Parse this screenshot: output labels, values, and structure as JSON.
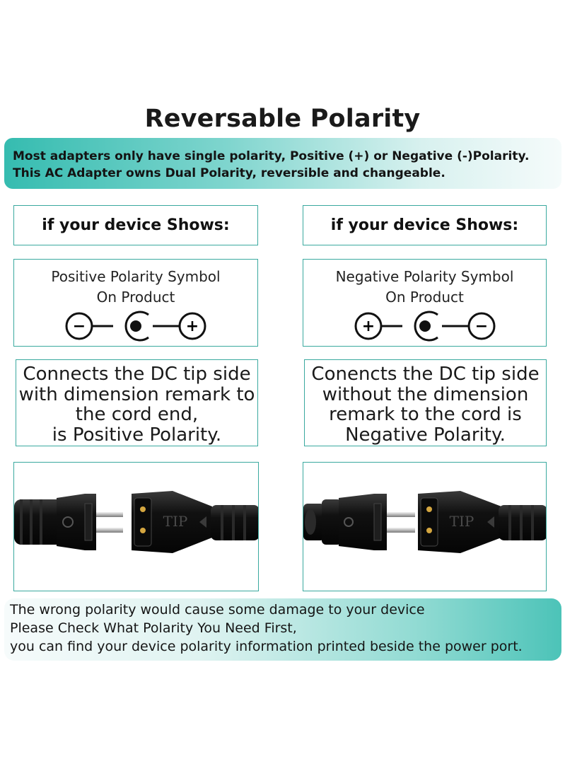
{
  "title": "Reversable Polarity",
  "banner": {
    "line1": "Most adapters only have single polarity, Positive (+) or Negative (-)Polarity.",
    "line2": "This AC Adapter owns Dual Polarity, reversible and changeable."
  },
  "left": {
    "header": "if your device Shows:",
    "symbol_line1": "Positive Polarity Symbol",
    "symbol_line2": "On Product",
    "symbol_outer_left": "−",
    "symbol_outer_right": "+",
    "desc_lines": [
      "Connects the DC tip side",
      "with dimension remark to",
      "the cord end,",
      "is Positive Polarity."
    ],
    "tip_label": "TIP"
  },
  "right": {
    "header": "if your device Shows:",
    "symbol_line1": "Negative Polarity Symbol",
    "symbol_line2": "On Product",
    "symbol_outer_left": "+",
    "symbol_outer_right": "−",
    "desc_lines": [
      "Conencts the DC tip side",
      "without the dimension",
      "remark to the cord is",
      "Negative Polarity."
    ],
    "tip_label": "TIP"
  },
  "footer": {
    "line1": "The wrong polarity would cause some damage to your device",
    "line2": "Please Check What Polarity You Need First,",
    "line3": "you can find your device polarity information printed beside the power port."
  },
  "colors": {
    "accent": "#3aa99f",
    "banner_start": "#35bcb0",
    "text": "#111111"
  }
}
